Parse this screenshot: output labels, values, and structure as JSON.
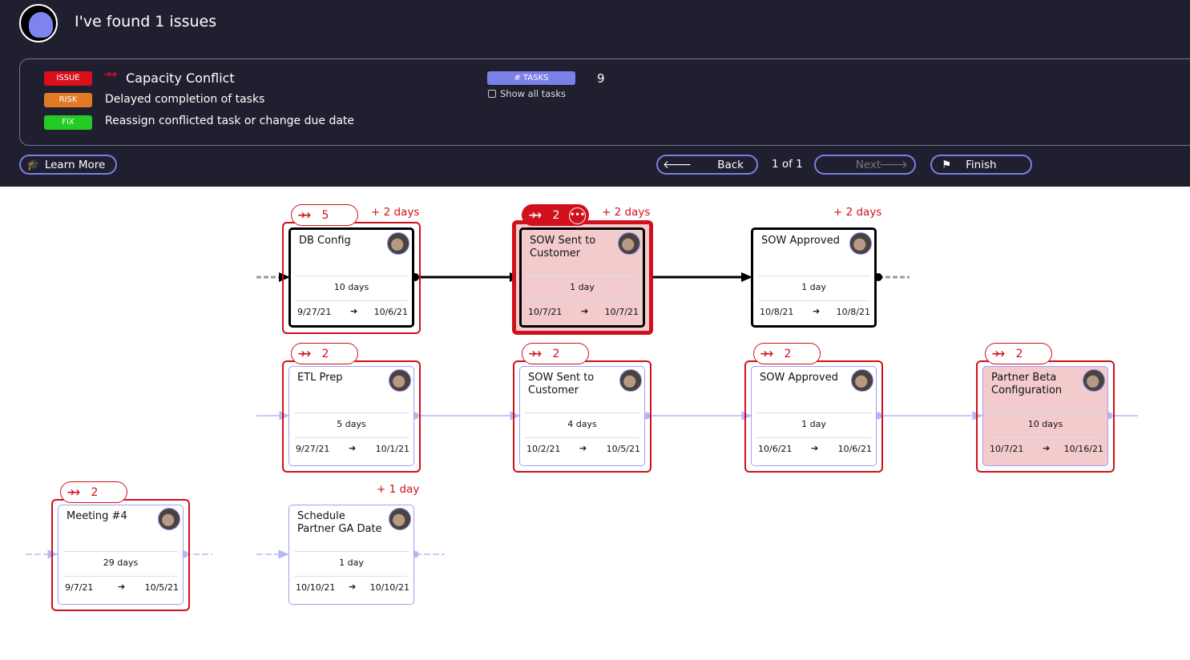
{
  "header": {
    "title": "I've found 1 issues"
  },
  "panel": {
    "issue_tag": "ISSUE",
    "issue_text": "Capacity Conflict",
    "risk_tag": "RISK",
    "risk_text": "Delayed completion of tasks",
    "fix_tag": "FIX",
    "fix_text": "Reassign conflicted task or change due date",
    "tasks_label": "# TASKS",
    "tasks_count": "9",
    "show_all_label": "Show all tasks"
  },
  "nav": {
    "learn_more": "Learn More",
    "back": "Back",
    "pager": "1 of 1",
    "next": "Next",
    "finish": "Finish"
  },
  "colors": {
    "issue": "#d9101c",
    "risk": "#e07a24",
    "fix": "#22cc22",
    "accent": "#7b80e8",
    "bg": "#1f1f30"
  },
  "tasks": [
    {
      "name": "DB Config",
      "duration": "10 days",
      "start": "9/27/21",
      "end": "10/6/21",
      "conflicts": "5",
      "delay": "+ 2 days"
    },
    {
      "name": "SOW Sent to Customer",
      "duration": "1 day",
      "start": "10/7/21",
      "end": "10/7/21",
      "conflicts": "2",
      "delay": "+ 2 days",
      "selected": true
    },
    {
      "name": "SOW Approved",
      "duration": "1 day",
      "start": "10/8/21",
      "end": "10/8/21",
      "delay": "+ 2 days"
    },
    {
      "name": "ETL Prep",
      "duration": "5 days",
      "start": "9/27/21",
      "end": "10/1/21",
      "conflicts": "2"
    },
    {
      "name": "SOW Sent to Customer",
      "duration": "4 days",
      "start": "10/2/21",
      "end": "10/5/21",
      "conflicts": "2"
    },
    {
      "name": "SOW Approved",
      "duration": "1 day",
      "start": "10/6/21",
      "end": "10/6/21",
      "conflicts": "2"
    },
    {
      "name": "Partner Beta Configuration",
      "duration": "10 days",
      "start": "10/7/21",
      "end": "10/16/21",
      "conflicts": "2"
    },
    {
      "name": "Meeting #4",
      "duration": "29 days",
      "start": "9/7/21",
      "end": "10/5/21",
      "conflicts": "2"
    },
    {
      "name": "Schedule Partner GA Date",
      "duration": "1 day",
      "start": "10/10/21",
      "end": "10/10/21",
      "delay": "+ 1 day"
    }
  ]
}
